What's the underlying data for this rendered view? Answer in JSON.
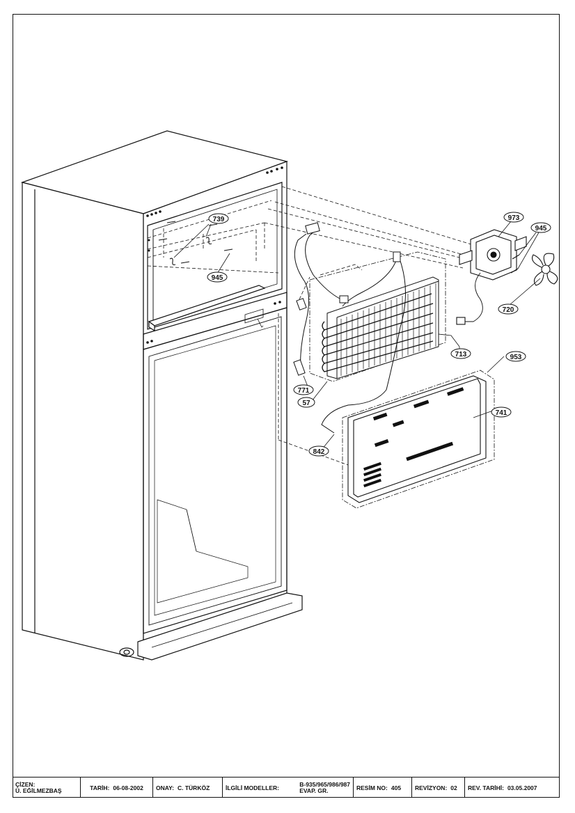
{
  "diagram": {
    "callouts": [
      {
        "id": "c739",
        "label": "739"
      },
      {
        "id": "c945a",
        "label": "945"
      },
      {
        "id": "c973",
        "label": "973"
      },
      {
        "id": "c945b",
        "label": "945"
      },
      {
        "id": "c720",
        "label": "720"
      },
      {
        "id": "c713",
        "label": "713"
      },
      {
        "id": "c953",
        "label": "953"
      },
      {
        "id": "c741",
        "label": "741"
      },
      {
        "id": "c771",
        "label": "771"
      },
      {
        "id": "c57",
        "label": "57"
      },
      {
        "id": "c842",
        "label": "842"
      }
    ]
  },
  "title_block": {
    "drawn_by_label": "ÇİZEN:",
    "drawn_by_name": "Ü. EĞİLMEZBAŞ",
    "date_label": "TARİH:",
    "date_value": "06-08-2002",
    "approval_label": "ONAY:",
    "approval_value": "C. TÜRKÖZ",
    "models_label": "İLGİLİ MODELLER:",
    "models_value": "B-935/965/986/987",
    "models_group": "EVAP. GR.",
    "drawing_no_label": "RESİM NO:",
    "drawing_no_value": "405",
    "revision_label": "REVİZYON:",
    "revision_value": "02",
    "rev_date_label": "REV. TARİHİ:",
    "rev_date_value": "03.05.2007"
  }
}
